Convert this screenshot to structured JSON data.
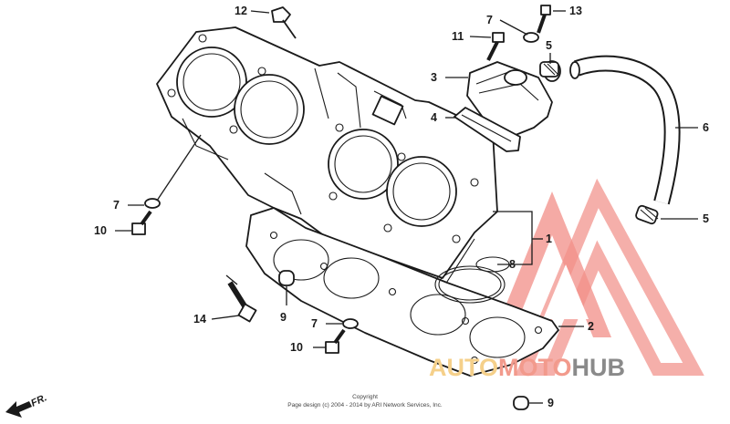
{
  "diagram": {
    "callouts": [
      {
        "id": "c12",
        "label": "12"
      },
      {
        "id": "c7a",
        "label": "7"
      },
      {
        "id": "c13",
        "label": "13"
      },
      {
        "id": "c11",
        "label": "11"
      },
      {
        "id": "c5a",
        "label": "5"
      },
      {
        "id": "c3",
        "label": "3"
      },
      {
        "id": "c4",
        "label": "4"
      },
      {
        "id": "c6",
        "label": "6"
      },
      {
        "id": "c7b",
        "label": "7"
      },
      {
        "id": "c10a",
        "label": "10"
      },
      {
        "id": "c5b",
        "label": "5"
      },
      {
        "id": "c1",
        "label": "1"
      },
      {
        "id": "c8",
        "label": "8"
      },
      {
        "id": "c14",
        "label": "14"
      },
      {
        "id": "c9a",
        "label": "9"
      },
      {
        "id": "c2",
        "label": "2"
      },
      {
        "id": "c7c",
        "label": "7"
      },
      {
        "id": "c10b",
        "label": "10"
      },
      {
        "id": "c9b",
        "label": "9"
      }
    ],
    "direction_marker": "FR.",
    "copyright": {
      "line1": "Copyright",
      "line2": "Page design (c) 2004 - 2014 by ARI Network Services, Inc."
    }
  },
  "watermark": {
    "word_auto": "AUTO",
    "word_moto": "MOTO",
    "word_hub": "HUB",
    "colors": {
      "auto": "#f5d08a",
      "moto": "#f29a8c",
      "hub": "#8a8a8a",
      "triangle": "#f07a72"
    }
  }
}
